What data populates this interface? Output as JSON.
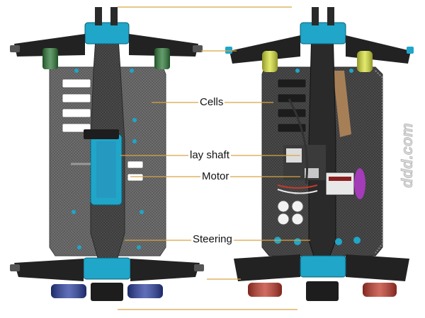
{
  "callouts": {
    "cells": "Cells",
    "lay_shaft": "lay shaft",
    "motor": "Motor",
    "steering": "Steering"
  },
  "watermark": "ddd.com",
  "colors": {
    "background": "#ffffff",
    "carbon": "#6f6f6f",
    "carbon_dark": "#3a3a3a",
    "aluminium_blue": "#1fa6c9",
    "arm_black": "#222222",
    "leader_line": "#d9a441",
    "spring_green": "#2f7a3a",
    "spring_blue": "#2a3fa0",
    "spring_yellow": "#d8e23a",
    "spring_red": "#c0392b"
  },
  "icons": [
    "chassis-photo",
    "watermark-logo"
  ]
}
